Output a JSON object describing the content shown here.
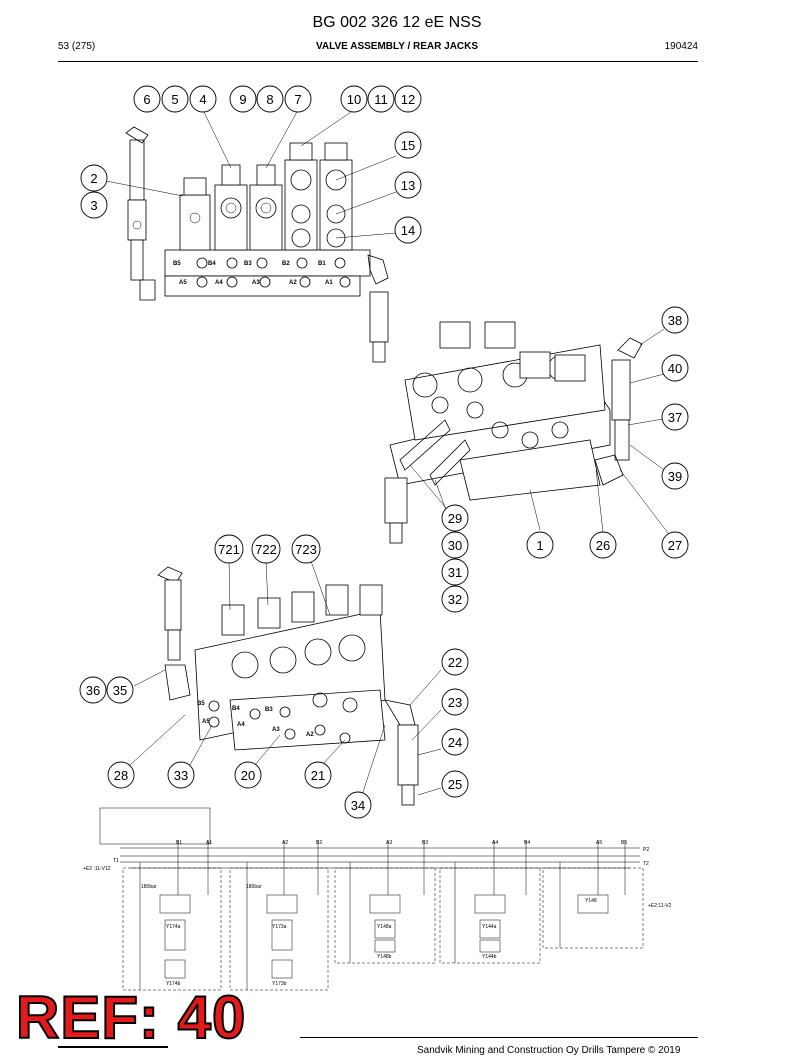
{
  "header": {
    "title": "BG 002 326 12 eE NSS",
    "page": "53 (275)",
    "section": "VALVE ASSEMBLY / REAR JACKS",
    "date_code": "190424"
  },
  "callouts": {
    "top_row": [
      "6",
      "5",
      "4",
      "9",
      "8",
      "7",
      "10",
      "11",
      "12"
    ],
    "c2": "2",
    "c3": "3",
    "c15": "15",
    "c13": "13",
    "c14": "14",
    "c38": "38",
    "c40": "40",
    "c37": "37",
    "c39": "39",
    "c29": "29",
    "c30": "30",
    "c31": "31",
    "c32": "32",
    "c1": "1",
    "c26": "26",
    "c27": "27",
    "c721": "721",
    "c722": "722",
    "c723": "723",
    "c36": "36",
    "c35": "35",
    "c22": "22",
    "c23": "23",
    "c24": "24",
    "c25": "25",
    "c28": "28",
    "c33": "33",
    "c20": "20",
    "c21": "21",
    "c34": "34"
  },
  "ports_top": {
    "b_row": [
      "B5",
      "B4",
      "B3",
      "B2",
      "B1"
    ],
    "a_row": [
      "A5",
      "A4",
      "A3",
      "A2",
      "A1"
    ]
  },
  "ports_bottom": [
    "B5",
    "B4",
    "A5",
    "A4",
    "B3",
    "A3",
    "A2"
  ],
  "schematic": {
    "top_ports": [
      "B1",
      "A1",
      "A2",
      "B2",
      "A3",
      "B3",
      "A4",
      "B4",
      "A5",
      "B5"
    ],
    "line_labels": [
      "P2",
      "T2",
      "T1"
    ],
    "left_tag": "+E2\n:11-V12",
    "right_tag": "+E2:11-V2",
    "relief_1": "180bar",
    "relief_2": "180bar",
    "valve_tags": [
      "Y174a",
      "Y174b",
      "Y173a",
      "Y173b",
      "Y148a",
      "Y148b",
      "Y144a",
      "Y144b",
      "Y148"
    ]
  },
  "stamp": {
    "text": "REF: 40"
  },
  "footer": {
    "copyright": "Sandvik Mining and Construction Oy Drills Tampere © 2019"
  }
}
